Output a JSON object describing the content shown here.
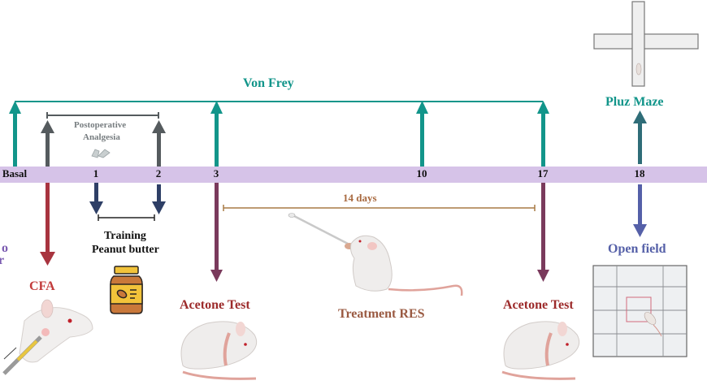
{
  "timeline": {
    "days": [
      {
        "label": "Basal"
      },
      {
        "label": "1"
      },
      {
        "label": "2"
      },
      {
        "label": "3"
      },
      {
        "label": "10"
      },
      {
        "label": "17"
      },
      {
        "label": "18"
      }
    ],
    "bar_color": "#d6c3e8"
  },
  "labels": {
    "von_frey": "Von Frey",
    "postoperative_line1": "Postoperative",
    "postoperative_line2": "Analgesia",
    "training_line1": "Training",
    "training_line2": "Peanut butter",
    "cfa": "CFA",
    "fourteen_days": "14 days",
    "acetone_test_1": "Acetone Test",
    "treatment": "Treatment RES",
    "acetone_test_2": "Acetone Test",
    "plus_maze": "Pluz Maze",
    "open_field": "Open field",
    "left_cut_line1": "o",
    "left_cut_line2": "r"
  },
  "colors": {
    "von_frey": "#12958a",
    "analgesia": "#555b5e",
    "cfa": "#a8343f",
    "training": "#2e3f66",
    "acetone": "#7a3a5c",
    "treatment_bracket": "#a87a45",
    "plus_maze_arrow": "#2f6d78",
    "open_field": "#5560a8",
    "acetone_text": "#9c2a2a",
    "treatment_text": "#9a5a42"
  }
}
